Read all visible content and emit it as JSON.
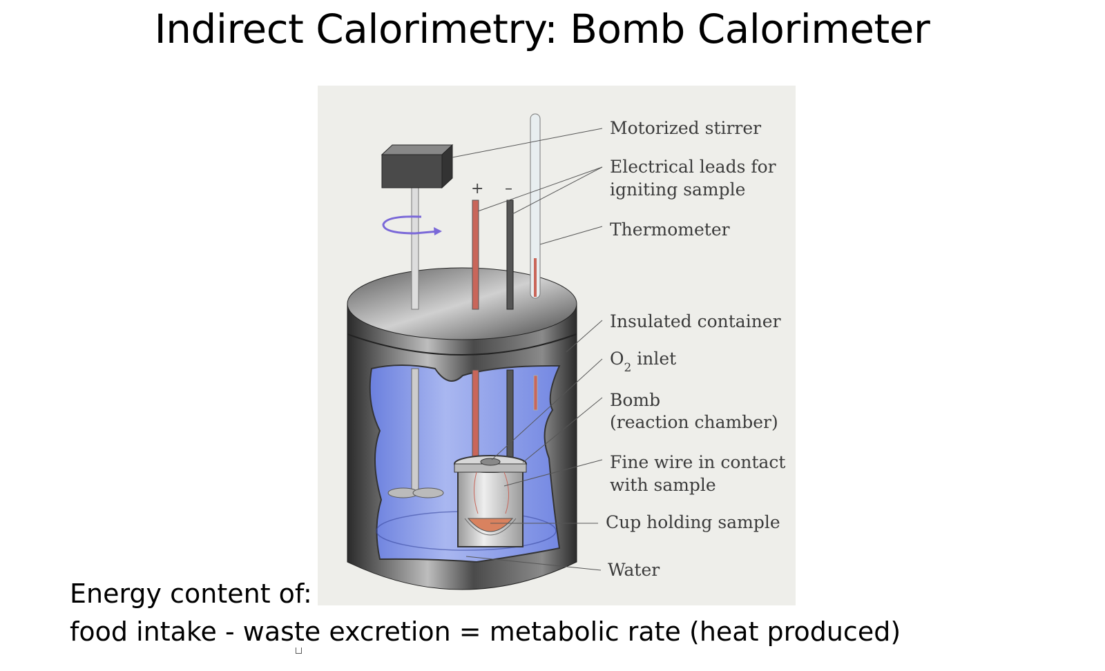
{
  "slide": {
    "title": "Indirect Calorimetry: Bomb Calorimeter",
    "caption_line1": "Energy content of:",
    "caption_line2": "food intake - waste excretion = metabolic rate (heat produced)"
  },
  "diagram": {
    "plus_sign": "+",
    "minus_sign": "–",
    "labels": {
      "stirrer": "Motorized stirrer",
      "leads_1": "Electrical leads for",
      "leads_2": "igniting sample",
      "thermometer": "Thermometer",
      "insulated": "Insulated container",
      "o2_o": "O",
      "o2_sub": "2",
      "o2_rest": " inlet",
      "bomb_1": "Bomb",
      "bomb_2": "(reaction chamber)",
      "wire_1": "Fine wire in contact",
      "wire_2": "with sample",
      "cup": "Cup holding sample",
      "water": "Water"
    },
    "colors": {
      "water": "#7f93e6",
      "metal": "#3c3c3c",
      "red_lead": "#c9665a",
      "sample": "#d9825f",
      "arrow": "#7a68d8"
    }
  }
}
